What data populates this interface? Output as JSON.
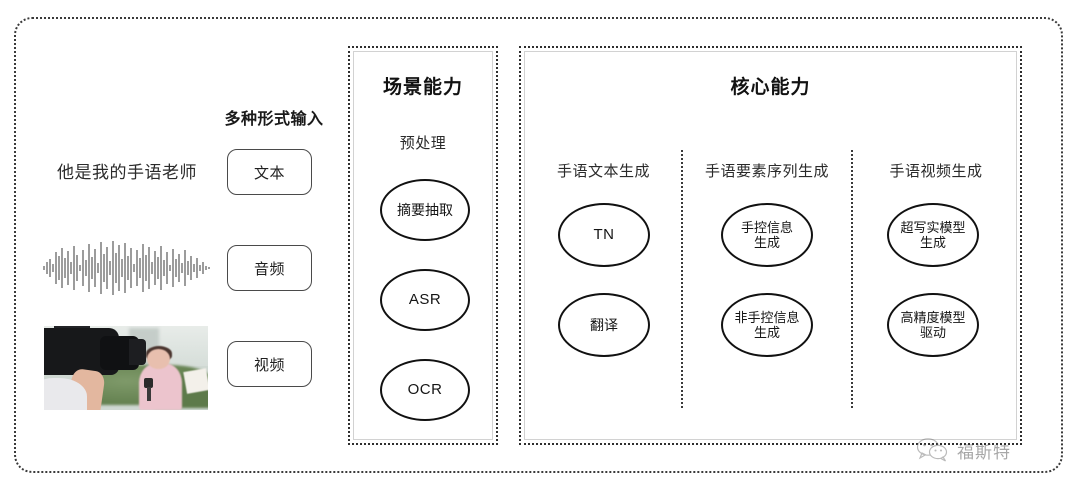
{
  "diagram": {
    "title_hidden": "",
    "input_section": {
      "heading": "多种形式输入",
      "sample_text": "他是我的手语老师",
      "modalities": [
        {
          "label": "文本",
          "media": "text-sample"
        },
        {
          "label": "音频",
          "media": "audio-waveform"
        },
        {
          "label": "视频",
          "media": "video-thumbnail"
        }
      ]
    },
    "scene_panel": {
      "title": "场景能力",
      "columns": [
        {
          "title": "预处理",
          "nodes": [
            "摘要抽取",
            "ASR",
            "OCR"
          ]
        }
      ]
    },
    "core_panel": {
      "title": "核心能力",
      "columns": [
        {
          "title": "手语文本生成",
          "nodes": [
            "TN",
            "翻译"
          ]
        },
        {
          "title": "手语要素序列生成",
          "nodes": [
            "手控信息\n生成",
            "非手控信息\n生成"
          ]
        },
        {
          "title": "手语视频生成",
          "nodes": [
            "超写实模型\n生成",
            "高精度模型\n驱动"
          ]
        }
      ]
    },
    "watermark": {
      "label": "福斯特",
      "icon": "wechat-icon"
    },
    "colors": {
      "border": "#2e2e2e",
      "node_stroke": "#111111",
      "text": "#1c1c1c",
      "background": "#ffffff"
    }
  }
}
